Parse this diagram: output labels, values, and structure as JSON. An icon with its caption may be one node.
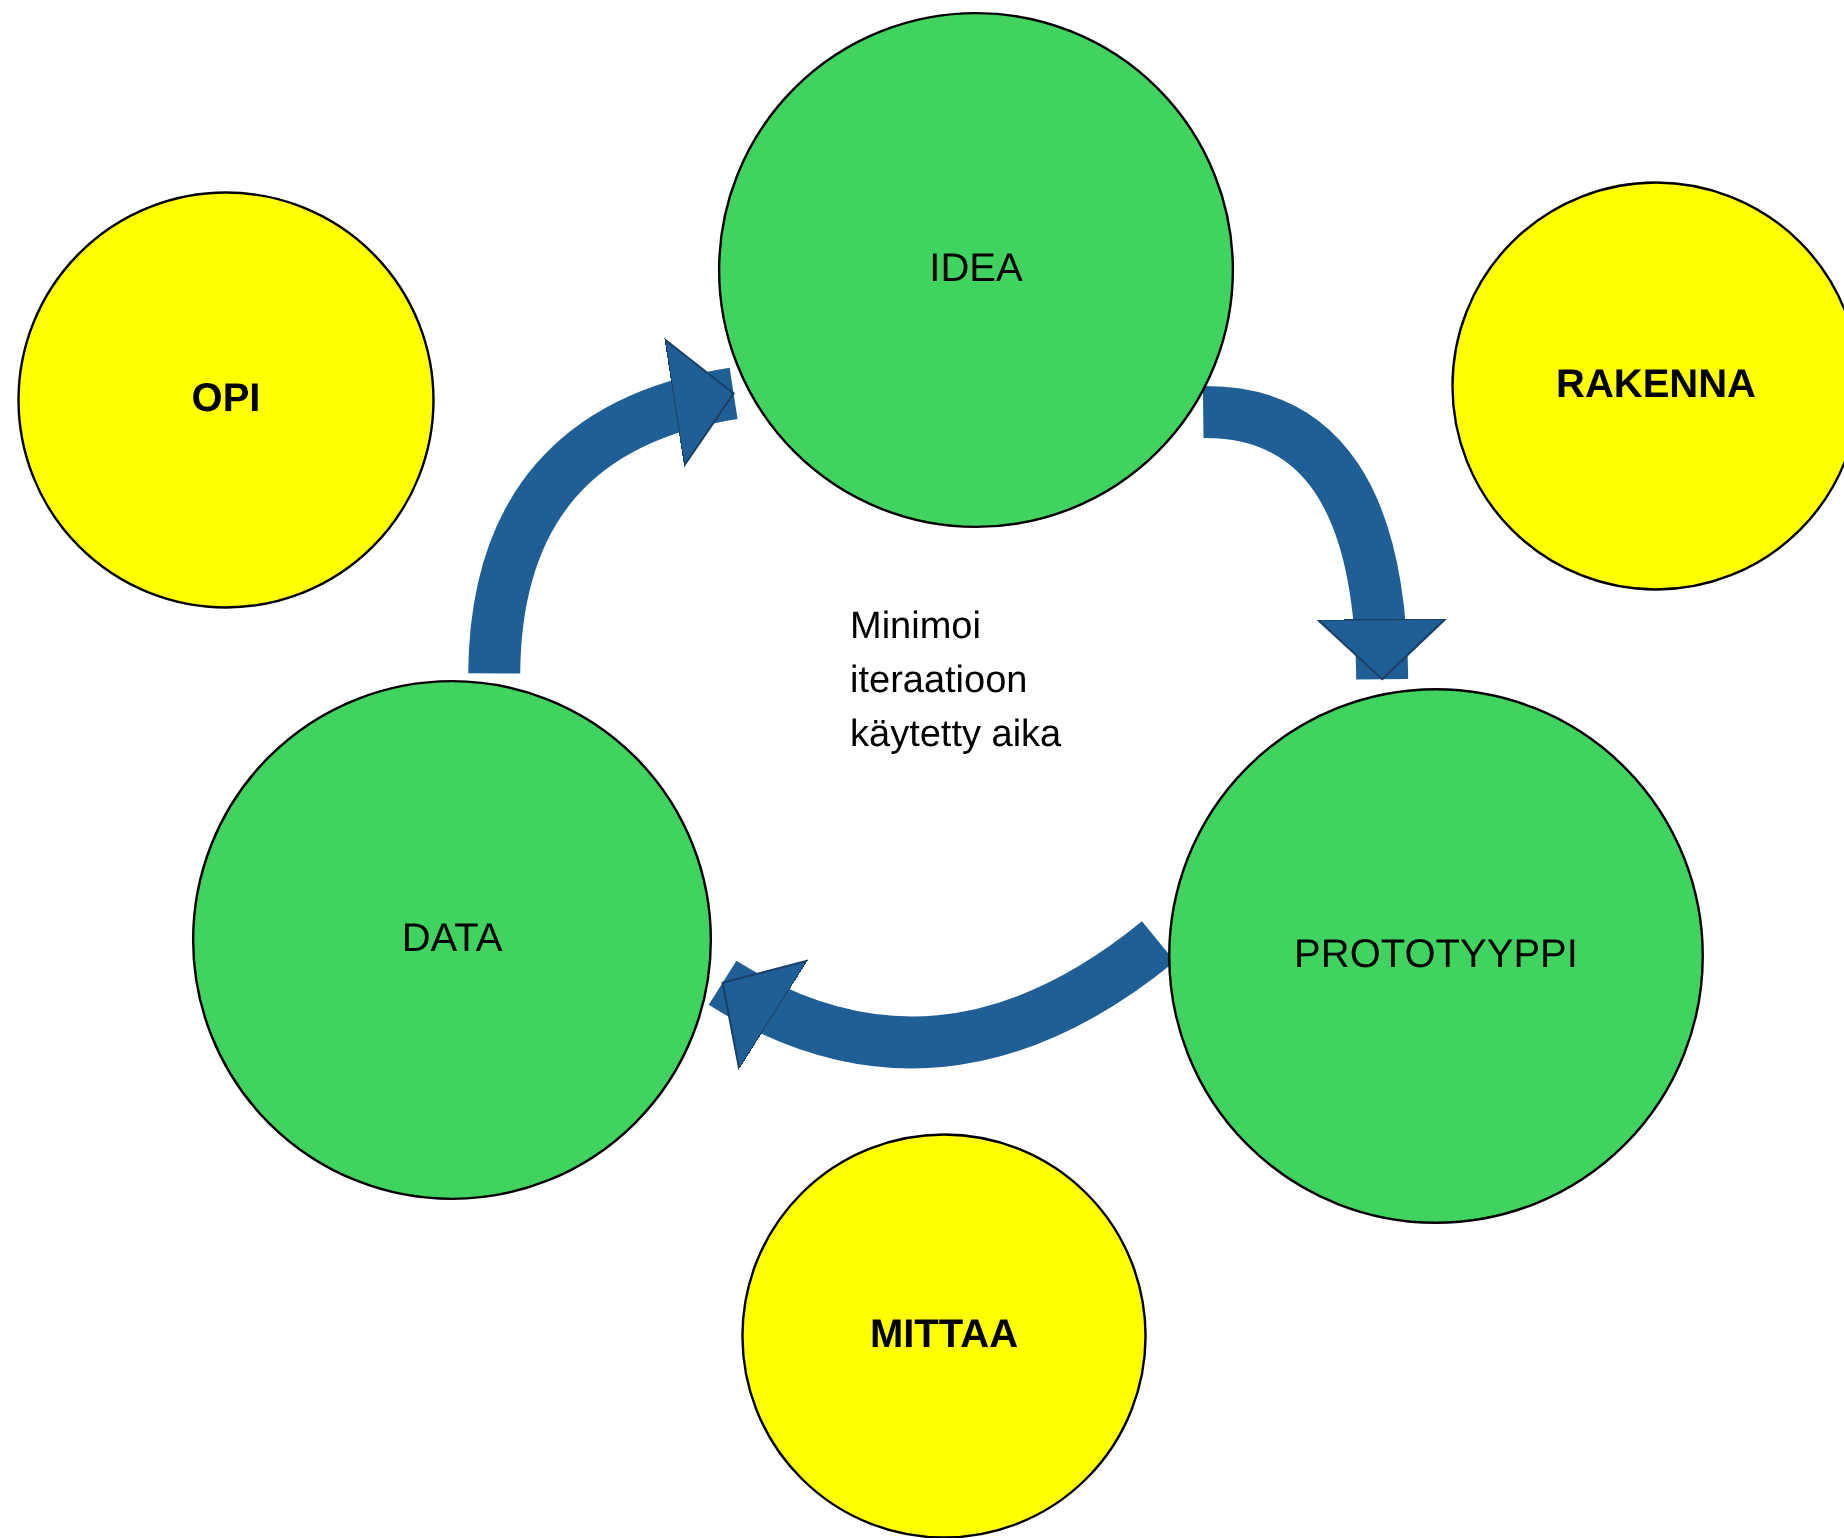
{
  "diagram": {
    "nodes": [
      {
        "text": [
          "IDEA"
        ]
      },
      {
        "text": [
          "OPI"
        ]
      },
      {
        "text": [
          "RAKENNA"
        ]
      },
      {
        "text": [
          "PROTOTYYPPI"
        ]
      },
      {
        "text": [
          "DATA"
        ]
      },
      {
        "text": [
          "MITTAA"
        ]
      }
    ],
    "edges": [
      {
        "from": 0,
        "to": 3,
        "arrow": "to"
      },
      {
        "from": 3,
        "to": 4,
        "arrow": "to"
      },
      {
        "from": 4,
        "to": 0,
        "arrow": "to"
      }
    ],
    "labels": [
      "Minimoi iteraatioon käytetty aika"
    ]
  }
}
